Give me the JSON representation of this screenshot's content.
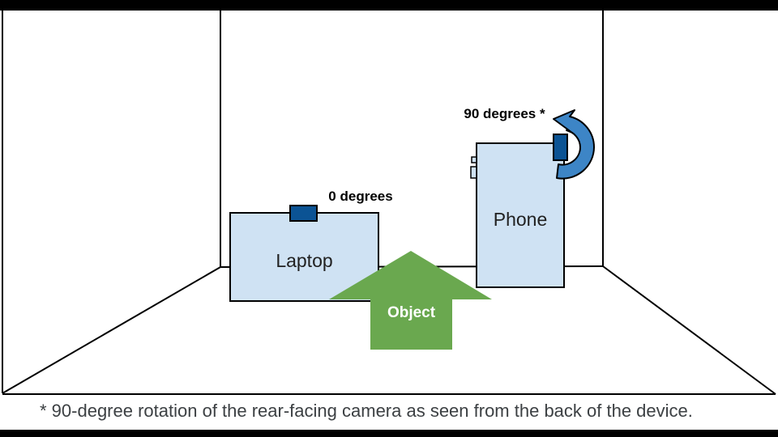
{
  "diagram": {
    "labels": {
      "laptop": "Laptop",
      "phone": "Phone",
      "object": "Object",
      "laptop_rotation": "0 degrees",
      "phone_rotation": "90 degrees *"
    },
    "footnote": "* 90-degree rotation of the rear-facing camera as seen from the back of the device."
  },
  "icons": {
    "rotation_arrow": "counterclockwise-rotation-arrow",
    "object_arrow": "up-arrow",
    "laptop_camera": "camera-block",
    "phone_camera": "camera-block"
  },
  "colors": {
    "device_fill": "#cfe2f3",
    "camera_fill": "#0b5394",
    "rotation_arrow": "#3d85c6",
    "object_arrow": "#6aa84f",
    "ink": "#000000",
    "footnote_text": "#3c4043"
  }
}
